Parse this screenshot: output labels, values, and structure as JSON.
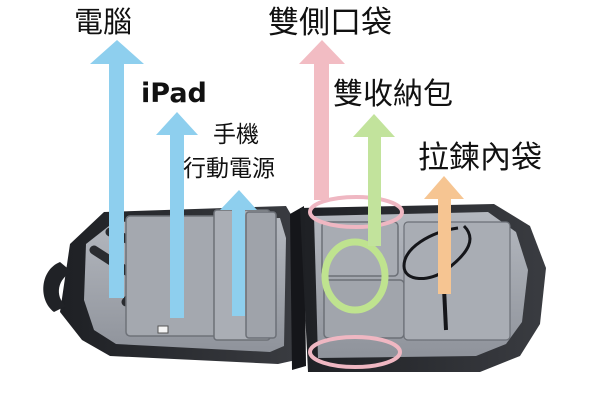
{
  "labels": {
    "computer": "電腦",
    "ipad": "iPad",
    "phone": "手機",
    "power_bank": "行動電源",
    "side_pockets": "雙側口袋",
    "storage_pouch": "雙收納包",
    "zipper_pocket": "拉鍊內袋"
  },
  "colors": {
    "arrow_blue": "#8ecfee",
    "arrow_pink": "#f2bcc3",
    "arrow_green": "#c2e39c",
    "arrow_orange": "#f6c592",
    "ring_pink": "#efb7c2",
    "ring_green": "#bfe38f",
    "bag_shell": "#2b2d31",
    "bag_lining": "#9ea2aa"
  },
  "icons": [
    "up-arrow-icon",
    "ellipse-highlight-icon"
  ]
}
